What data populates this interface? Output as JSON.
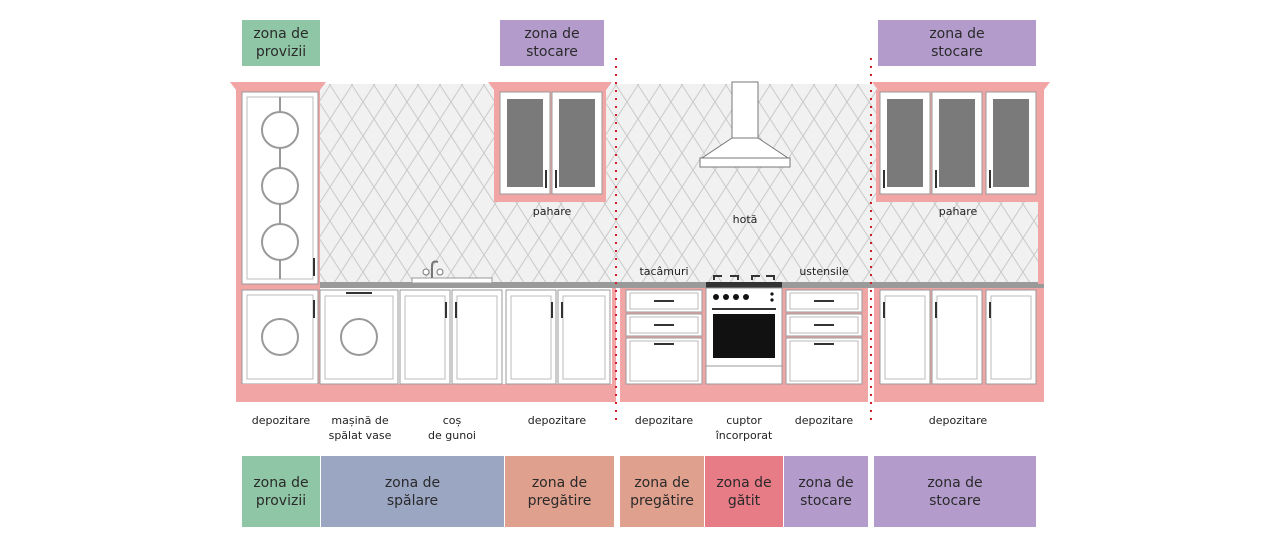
{
  "colors": {
    "provizii": "#8fc7a6",
    "spalare": "#9ba6c3",
    "pregatire": "#e0a08e",
    "gatit": "#e77b86",
    "stocare": "#b39ccc",
    "cabinet_frame": "#f2a5a5",
    "divider": "#d21f26"
  },
  "top_zones": [
    {
      "text": "zona de\nprovizii",
      "color_key": "provizii"
    },
    {
      "text": "zona de\nstocare",
      "color_key": "stocare"
    },
    {
      "text": "zona de\nstocare",
      "color_key": "stocare"
    }
  ],
  "labels": {
    "pahare_left": "pahare",
    "hota": "hotă",
    "pahare_right": "pahare",
    "tacamuri": "tacâmuri",
    "ustensile": "ustensile"
  },
  "bottom_labels": [
    "depozitare",
    "mașină de\nspălat vase",
    "coș\nde gunoi",
    "depozitare",
    "depozitare",
    "cuptor\nîncorporat",
    "depozitare",
    "depozitare"
  ],
  "bottom_zones": [
    {
      "text": "zona de\nprovizii",
      "color_key": "provizii"
    },
    {
      "text": "zona de\nspălare",
      "color_key": "spalare"
    },
    {
      "text": "zona de\npregătire",
      "color_key": "pregatire"
    },
    {
      "text": "zona de\npregătire",
      "color_key": "pregatire"
    },
    {
      "text": "zona de\ngătit",
      "color_key": "gatit"
    },
    {
      "text": "zona de\nstocare",
      "color_key": "stocare"
    },
    {
      "text": "zona de\nstocare",
      "color_key": "stocare"
    }
  ]
}
